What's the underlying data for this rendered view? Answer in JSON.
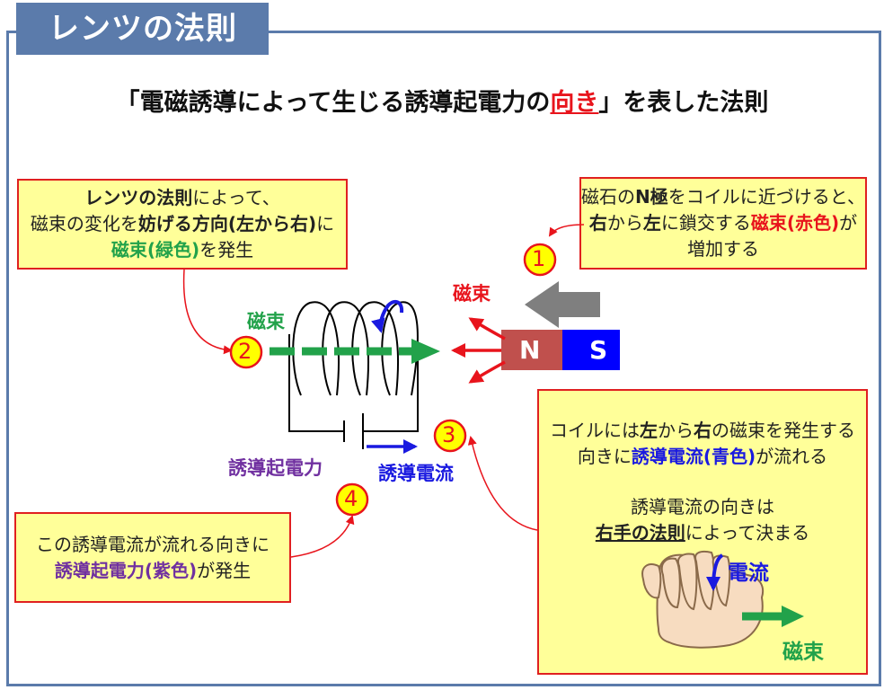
{
  "title": "レンツの法則",
  "headline": {
    "pre": "「電磁誘導によって生じる誘導起電力の",
    "em": "向き",
    "post": "」を表した法則"
  },
  "box1": {
    "line1_a": "磁石の",
    "line1_b": "N極",
    "line1_c": "をコイルに近づけると、",
    "line2_a": "右",
    "line2_b": "から",
    "line2_c": "左",
    "line2_d": "に鎖交する",
    "line2_e": "磁束(赤色)",
    "line2_f": "が",
    "line3": "増加する"
  },
  "box2": {
    "line1_a": "レンツの法則",
    "line1_b": "によって、",
    "line2_a": "磁束の変化を",
    "line2_b": "妨げる方向(左から右)",
    "line2_c": "に",
    "line3_a": "磁束(緑色)",
    "line3_b": "を発生"
  },
  "box3": {
    "line1_a": "コイルには",
    "line1_b": "左",
    "line1_c": "から",
    "line1_d": "右",
    "line1_e": "の磁束を発生する",
    "line2_a": "向きに",
    "line2_b": "誘導電流(青色)",
    "line2_c": "が流れる",
    "line3": "誘導電流の向きは",
    "line4_a": "右手の法則",
    "line4_b": "によって決まる"
  },
  "box4": {
    "line1": "この誘導電流が流れる向きに",
    "line2_a": "誘導起電力(紫色)",
    "line2_b": "が発生"
  },
  "steps": [
    "1",
    "2",
    "3",
    "4"
  ],
  "labels": {
    "flux_red": "磁束",
    "flux_green": "磁束",
    "emf": "誘導起電力",
    "current": "誘導電流",
    "hand_current": "電流",
    "hand_flux": "磁束",
    "magnet_n": "N",
    "magnet_s": "S"
  },
  "colors": {
    "frame": "#5b7bab",
    "box_fill": "#ffff99",
    "box_border": "#e02020",
    "red": "#e8141c",
    "green": "#22a24a",
    "blue": "#1a1ae0",
    "purple": "#7030a0",
    "magnet_n": "#c0504d",
    "magnet_s": "#0000ff",
    "gray_arrow": "#7f7f7f",
    "step_circle": "#ffff00"
  }
}
